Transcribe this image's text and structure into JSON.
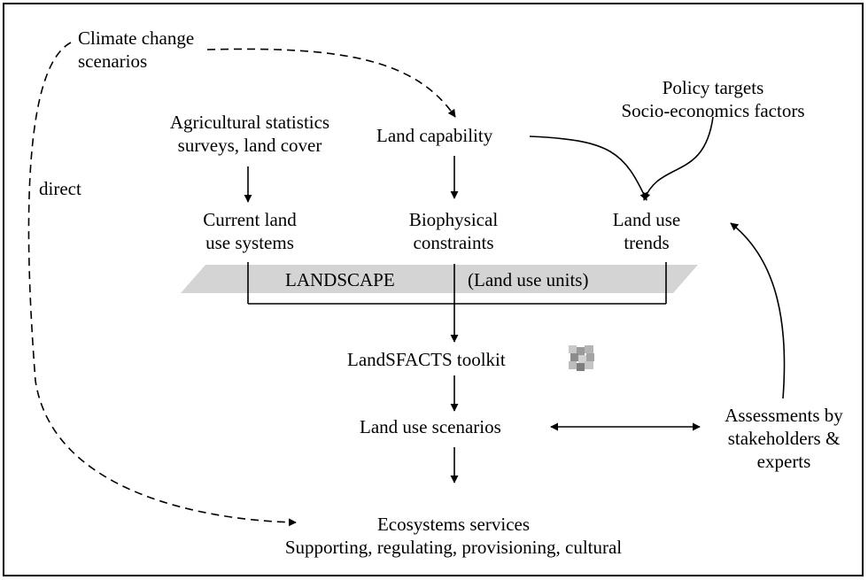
{
  "nodes": {
    "climate": {
      "line1": "Climate change",
      "line2": "scenarios"
    },
    "agri": {
      "line1": "Agricultural statistics",
      "line2": "surveys, land cover"
    },
    "capability": {
      "text": "Land capability"
    },
    "policy": {
      "line1": "Policy targets",
      "line2": "Socio-economics factors"
    },
    "current": {
      "line1": "Current land",
      "line2": "use systems"
    },
    "biophysical": {
      "line1": "Biophysical",
      "line2": "constraints"
    },
    "trends": {
      "line1": "Land use",
      "line2": "trends"
    },
    "landscape": {
      "left": "LANDSCAPE",
      "right": "(Land use units)"
    },
    "toolkit": {
      "text": "LandSFACTS toolkit"
    },
    "scenarios": {
      "text": "Land use scenarios"
    },
    "assessments": {
      "line1": "Assessments by",
      "line2": "stakeholders &",
      "line3": "experts"
    },
    "ecosystems": {
      "line1": "Ecosystems services",
      "line2": "Supporting, regulating, provisioning, cultural"
    }
  },
  "edge_labels": {
    "direct": "direct"
  },
  "colors": {
    "band_fill": "#d4d4d4",
    "line": "#000000",
    "logo_grey": "#9a9a9a"
  },
  "icons": {
    "toolkit_logo": "puzzle-logo-icon"
  }
}
